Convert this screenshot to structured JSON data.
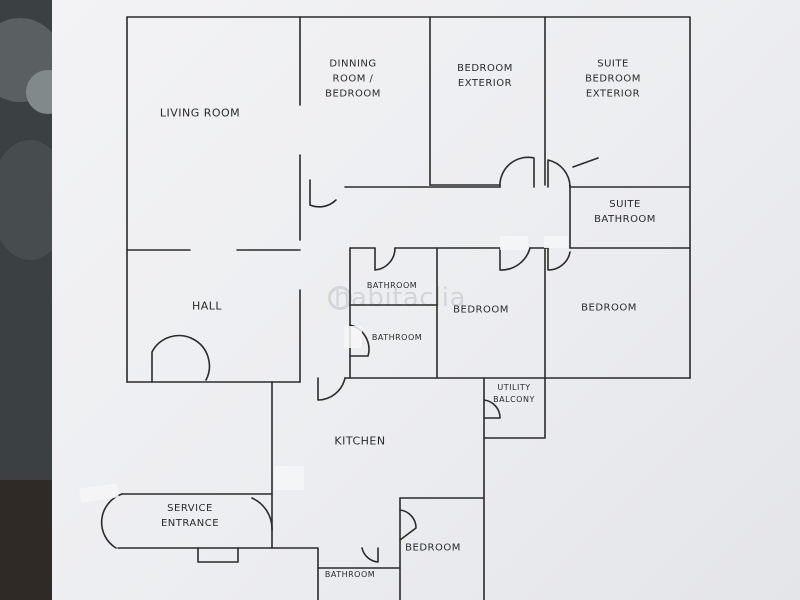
{
  "watermark": "habitaclia",
  "rooms": {
    "living_room": "LIVING ROOM",
    "dining": [
      "DINNING",
      "ROOM /",
      "BEDROOM"
    ],
    "bedroom_exterior": [
      "BEDROOM",
      "EXTERIOR"
    ],
    "suite_bedroom_exterior": [
      "SUITE",
      "BEDROOM",
      "EXTERIOR"
    ],
    "suite_bathroom": [
      "SUITE",
      "BATHROOM"
    ],
    "bathroom_upper": "BATHROOM",
    "bathroom_lower": "BATHROOM",
    "bedroom_center": "BEDROOM",
    "bedroom_right": "BEDROOM",
    "hall": "HALL",
    "utility_balcony": [
      "UTILITY",
      "BALCONY"
    ],
    "kitchen": "KITCHEN",
    "service_entrance": [
      "SERVICE",
      "ENTRANCE"
    ],
    "bedroom_bottom": "BEDROOM",
    "bathroom_bottom": "BATHROOM"
  }
}
